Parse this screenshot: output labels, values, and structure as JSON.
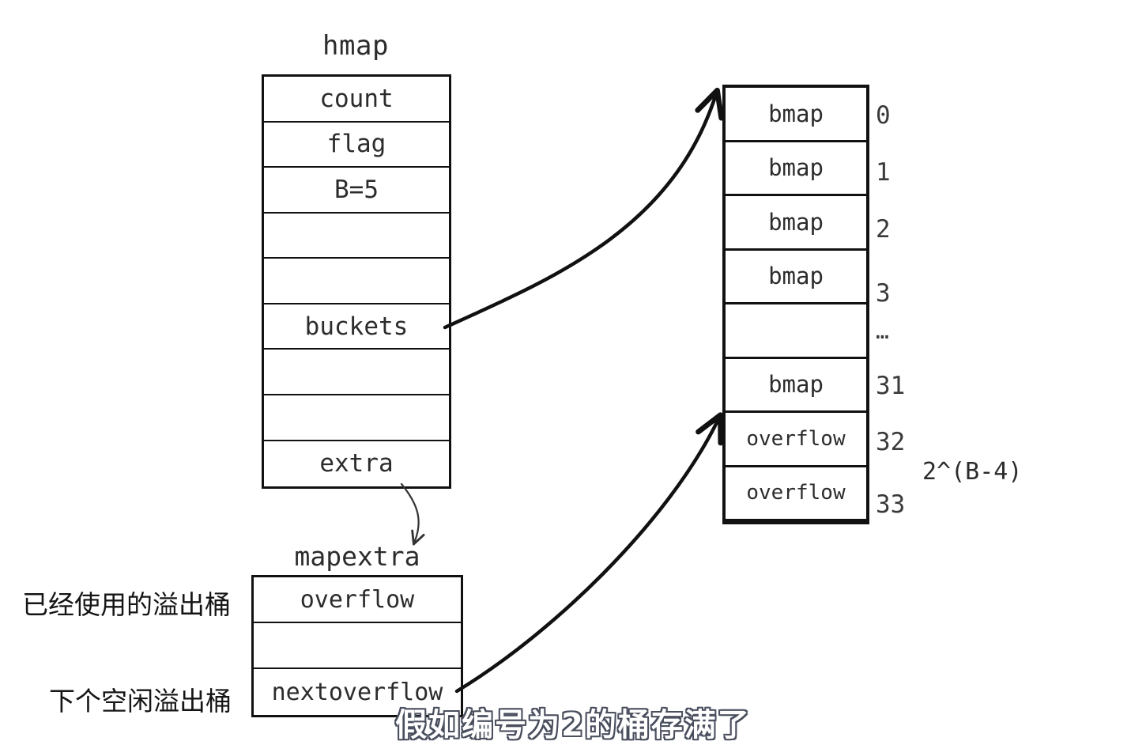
{
  "diagram": {
    "title_hmap": "hmap",
    "title_mapextra": "mapextra",
    "pow_label": "2^(B-4)",
    "subtitle": "假如编号为2的桶存满了"
  },
  "hmap": {
    "label": "hmap",
    "fields": [
      {
        "name": "count",
        "label": "count"
      },
      {
        "name": "flag",
        "label": "flag"
      },
      {
        "name": "B",
        "label": "B=5"
      },
      {
        "name": "blank-1",
        "label": ""
      },
      {
        "name": "blank-2",
        "label": ""
      },
      {
        "name": "buckets",
        "label": "buckets"
      },
      {
        "name": "blank-3",
        "label": ""
      },
      {
        "name": "blank-4",
        "label": ""
      },
      {
        "name": "extra",
        "label": "extra"
      }
    ]
  },
  "buckets_array": {
    "cells": [
      {
        "label": "bmap",
        "index": "0",
        "kind": "bmap"
      },
      {
        "label": "bmap",
        "index": "1",
        "kind": "bmap"
      },
      {
        "label": "bmap",
        "index": "2",
        "kind": "bmap"
      },
      {
        "label": "bmap",
        "index": "3",
        "kind": "bmap"
      },
      {
        "label": "",
        "index": "…",
        "kind": "blank"
      },
      {
        "label": "bmap",
        "index": "31",
        "kind": "bmap"
      },
      {
        "label": "overflow",
        "index": "32",
        "kind": "overflow"
      },
      {
        "label": "overflow",
        "index": "33",
        "kind": "overflow"
      }
    ],
    "size_annotation": "2^(B-4)"
  },
  "mapextra": {
    "label": "mapextra",
    "fields": [
      {
        "name": "overflow",
        "label": "overflow"
      },
      {
        "name": "blank-1",
        "label": ""
      },
      {
        "name": "nextoverflow",
        "label": "nextoverflow"
      }
    ],
    "annotations": {
      "overflow_cn": "已经使用的溢出桶",
      "nextoverflow_cn": "下个空闲溢出桶"
    }
  },
  "colors": {
    "stroke": "#111111",
    "text": "#2c2c2c",
    "background": "#ffffff",
    "subtitle_outline": "#4a4f5e",
    "subtitle_fill": "#ffffff"
  }
}
